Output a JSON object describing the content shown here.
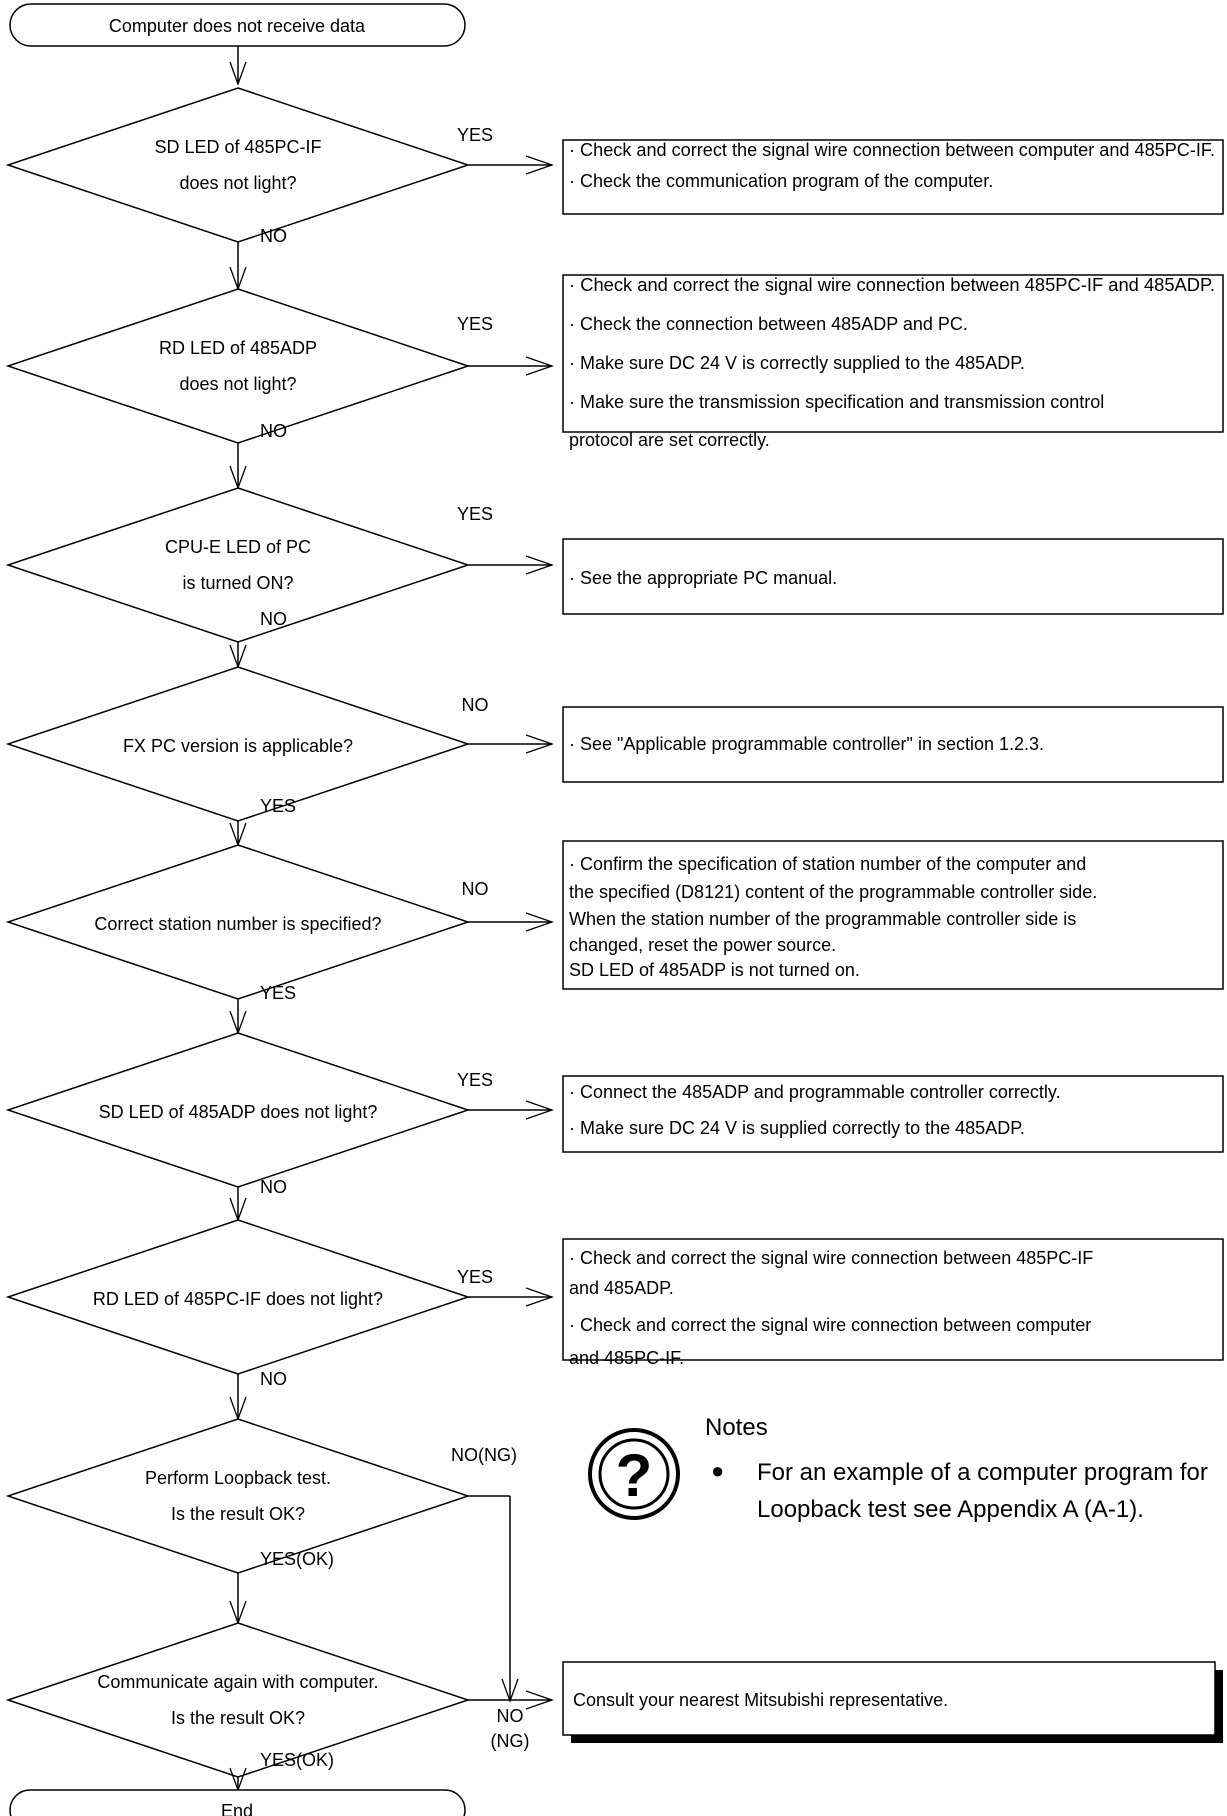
{
  "start": "Computer does not receive data",
  "end": "End",
  "decisions": [
    {
      "lines": [
        "SD LED of 485PC-IF",
        "does not light?"
      ],
      "branch_label": "YES",
      "next_label": "NO",
      "result": {
        "items": [
          {
            "text": "· Check and correct the signal wire connection between computer and 485PC-IF.",
            "condensed": true
          },
          {
            "text": "· Check the communication program of the computer."
          }
        ]
      }
    },
    {
      "lines": [
        "RD LED of 485ADP",
        "does not light?"
      ],
      "branch_label": "YES",
      "next_label": "NO",
      "result": {
        "items": [
          {
            "text": "· Check and correct the signal wire connection between 485PC-IF and 485ADP.",
            "condensed": true
          },
          {
            "text": "· Check the connection between 485ADP and PC."
          },
          {
            "text": "· Make sure DC 24 V is correctly supplied to the 485ADP."
          },
          {
            "text": "· Make sure the transmission specification and transmission control"
          },
          {
            "text": "  protocol are set correctly."
          }
        ]
      }
    },
    {
      "lines": [
        "CPU-E LED of PC",
        "is turned ON?"
      ],
      "branch_label": "YES",
      "next_label": "NO",
      "result": {
        "items": [
          {
            "text": "· See the appropriate PC manual."
          }
        ]
      }
    },
    {
      "lines": [
        "FX PC version is applicable?"
      ],
      "branch_label": "NO",
      "next_label": "YES",
      "result": {
        "items": [
          {
            "text": "· See \"Applicable programmable controller\" in section 1.2.3."
          }
        ]
      }
    },
    {
      "lines": [
        "Correct station number is specified?"
      ],
      "branch_label": "NO",
      "next_label": "YES",
      "result": {
        "items": [
          {
            "text": "· Confirm the specification of station number of the computer and"
          },
          {
            "text": "  the specified (D8121) content of the programmable controller side."
          },
          {
            "text": "  When the station number of the programmable controller side is"
          },
          {
            "text": "  changed, reset the power source."
          },
          {
            "text": "  SD LED of 485ADP is not turned on."
          }
        ]
      }
    },
    {
      "lines": [
        "SD LED of 485ADP does not light?"
      ],
      "branch_label": "YES",
      "next_label": "NO",
      "result": {
        "items": [
          {
            "text": "· Connect the 485ADP and programmable controller correctly."
          },
          {
            "text": "· Make sure DC 24 V is supplied correctly to the 485ADP."
          }
        ]
      }
    },
    {
      "lines": [
        "RD LED of 485PC-IF does not light?"
      ],
      "branch_label": "YES",
      "next_label": "NO",
      "result": {
        "items": [
          {
            "text": "· Check and correct the signal wire connection between 485PC-IF"
          },
          {
            "text": "  and 485ADP."
          },
          {
            "text": "· Check and correct the signal wire connection between computer"
          },
          {
            "text": "  and 485PC-IF."
          }
        ]
      }
    },
    {
      "lines": [
        "Perform Loopback test.",
        "Is the result OK?"
      ],
      "branch_label": "NO(NG)",
      "next_label": "YES(OK)"
    },
    {
      "lines": [
        "Communicate again with computer.",
        "Is the result OK?"
      ],
      "branch_label_lines": [
        "NO",
        "(NG)"
      ],
      "next_label": "YES(OK)"
    }
  ],
  "final_result": "Consult your nearest Mitsubishi representative.",
  "notes": {
    "title": "Notes",
    "icon": "question-mark-icon",
    "bullet": "●",
    "lines": [
      "For an example of a computer program for",
      "Loopback test see Appendix A (A-1)."
    ]
  }
}
